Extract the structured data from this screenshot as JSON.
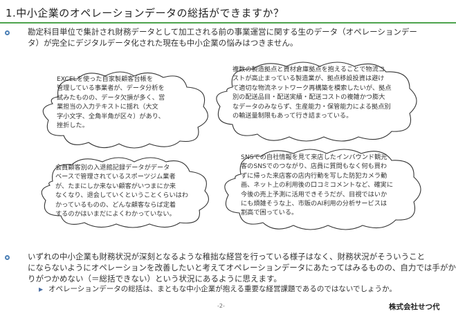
{
  "title": "1.中小企業のオペレーションデータの総括ができますか？",
  "intro": {
    "line1": "勘定科目単位で集計され財務データとして加工される前の事業運営に関する生のデータ（オペレーションデー",
    "line2": "タ）が完全にデジタルデータ化された現在も中小企業の悩みはつきません。"
  },
  "clouds": [
    {
      "lines": [
        "EXCELを使った自家製顧客台帳を",
        "管理している事業者が、データ分析を",
        "試みたものの、データ欠損が多く、営",
        "業担当の入力テキストに揺れ（大文",
        "字小文字、全角半角が区々）があり、",
        "挫折した。"
      ]
    },
    {
      "lines": [
        "複数の製造拠点と資材倉庫拠点を抱えることで物流コ",
        "ストが高止まっている製造業が、拠点移設投資は避け",
        "て適切な物流ネットワーク再構築を模索したいが、拠点",
        "別の配送品目・配送実績・配送コストの複雑かつ膨大",
        "なデータのみならず、生産能力・保管能力による拠点別",
        "の輸送量制限もあって行き詰まっている。"
      ]
    },
    {
      "lines": [
        "会員顧客別の入退館記録データがデータ",
        "ベースで管理されているスポーツジム業者",
        "が、たまにしか来ない顧客がいつまにか来",
        "なくなり、退会していくということくらいはわ",
        "かっているものの、どんな顧客ならば定着",
        "するのかはいまだによくわかっていない。"
      ]
    },
    {
      "lines": [
        "SNSでの自社情報を見て来店したインバウンド観光",
        "客のSNSでのつながり、店員に質問もなく何も買わ",
        "ずに帰った来店客の店内行動を写した防犯カメラ動",
        "画、ネット上の利用後の口コミコメントなど、確実に",
        "今後の売上予測に活用できそうだが、目視ではいか",
        "にも煩雑そうな上、市販のAI利用の分析サービスは",
        "割高で困っている。"
      ]
    }
  ],
  "conclusion": {
    "line1": "いずれの中小企業も財務状況が深刻となるような稚拙な経営を行っている様子はなく、財務状況がそういうこと",
    "line2": "にならないようにオペレーションを改善したいと考えてオペレーションデータにあたってはみるものの、自力では手がか",
    "line3": "りがつかめない（＝総括できない）という状況にあるように思えます。",
    "sub": "オペレーションデータの総括は、まともな中小企業が抱える重要な経営課題であるのではないでしょうか。"
  },
  "footer": {
    "page": "-2-",
    "company": "株式会社せつ代"
  },
  "colors": {
    "accent_rule": "#4da34d",
    "bullet": "#4b7fb5",
    "cloud_stroke": "#333333"
  },
  "icons": {
    "bullet": "ring-bullet-icon",
    "subbullet": "triangle-bullet-icon"
  }
}
